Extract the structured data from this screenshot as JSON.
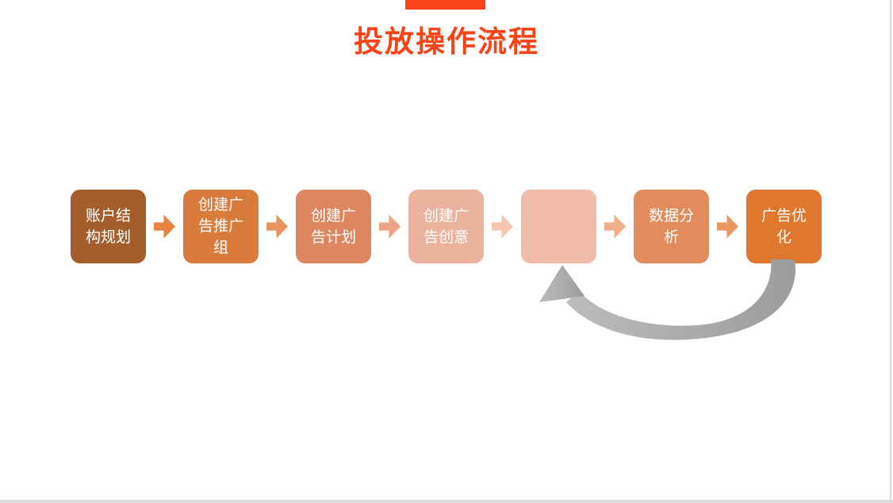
{
  "slide": {
    "title": "投放操作流程",
    "accent_color": "#FA4316"
  },
  "flow": {
    "steps": [
      {
        "label": "账户结\n构规划",
        "color": "#A45E2C"
      },
      {
        "label": "创建广\n告推广\n组",
        "color": "#D97B3C"
      },
      {
        "label": "创建广\n告计划",
        "color": "#DD8760"
      },
      {
        "label": "创建广\n告创意",
        "color": "#EBB29D"
      },
      {
        "label": "",
        "color": "#F0BCA7"
      },
      {
        "label": "数据分\n析",
        "color": "#E28B5D"
      },
      {
        "label": "广告优\n化",
        "color": "#E0772F"
      }
    ],
    "connectors": [
      {
        "color": "#E8823F"
      },
      {
        "color": "#E9945F"
      },
      {
        "color": "#EFA184"
      },
      {
        "color": "#F5C5B1"
      },
      {
        "color": "#F1AE8B"
      },
      {
        "color": "#EB9763"
      }
    ],
    "loop_arrow": {
      "color_start": "#BCBCBC",
      "color_end": "#9C9C9C"
    }
  },
  "page": {
    "background": "#FFFFFF",
    "border_color": "#D9D9D9",
    "bottom_strip_color": "#DCDCDC"
  }
}
